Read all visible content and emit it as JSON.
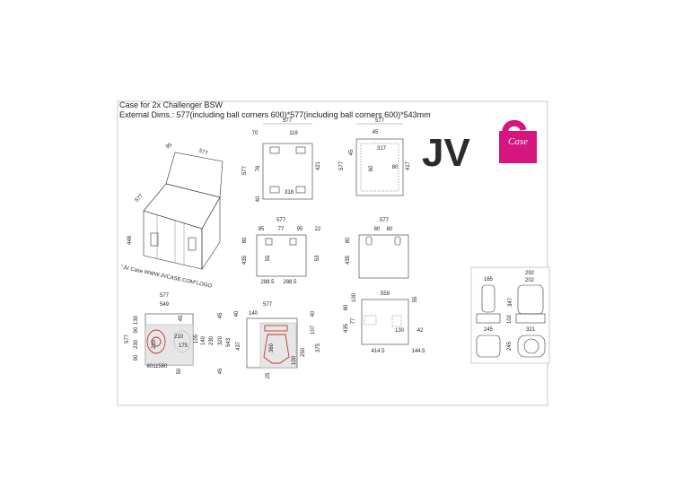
{
  "title": "Case for 2x Challenger BSW",
  "subtitle": "External Dims.: 577(including ball corners 600)*577(including ball corners 600)*543mm",
  "logo": {
    "jv": "JV",
    "case": "Case",
    "colors": {
      "dark": "#2b2b2b",
      "brand": "#d6157e"
    }
  },
  "iso_view": {
    "labels": [
      "95",
      "577",
      "577",
      "448"
    ],
    "caption": "\"JV Case WWW.JVCASE.COM\"LOGO"
  },
  "top_view_a": {
    "labels": [
      "577",
      "70",
      "119",
      "577",
      "76",
      "421",
      "40",
      "318"
    ]
  },
  "top_view_b": {
    "labels": [
      "577",
      "45",
      "45",
      "577",
      "317",
      "60",
      "80",
      "417"
    ]
  },
  "front_view_a": {
    "labels": [
      "577",
      "95",
      "77",
      "95",
      "22",
      "80",
      "435",
      "55",
      "53",
      "288.5",
      "288.5"
    ]
  },
  "front_view_b": {
    "labels": [
      "577",
      "80",
      "80",
      "80",
      "435"
    ]
  },
  "inner_top_view": {
    "labels": [
      "577",
      "549",
      "577",
      "130",
      "90",
      "230",
      "90",
      "45",
      "210",
      "175",
      "105",
      "140",
      "230",
      "320",
      "45",
      "45",
      "8011580",
      "50",
      "210"
    ]
  },
  "inner_section_view": {
    "labels": [
      "577",
      "40",
      "140",
      "40",
      "543",
      "437",
      "107",
      "360",
      "375",
      "250",
      "100",
      "25"
    ]
  },
  "side_view": {
    "labels": [
      "559",
      "100",
      "55",
      "80",
      "435",
      "77",
      "130",
      "42",
      "414.5",
      "144.5"
    ]
  },
  "fixture_panel": {
    "labels": [
      "165",
      "292",
      "202",
      "347",
      "102",
      "245",
      "321",
      "245"
    ]
  }
}
